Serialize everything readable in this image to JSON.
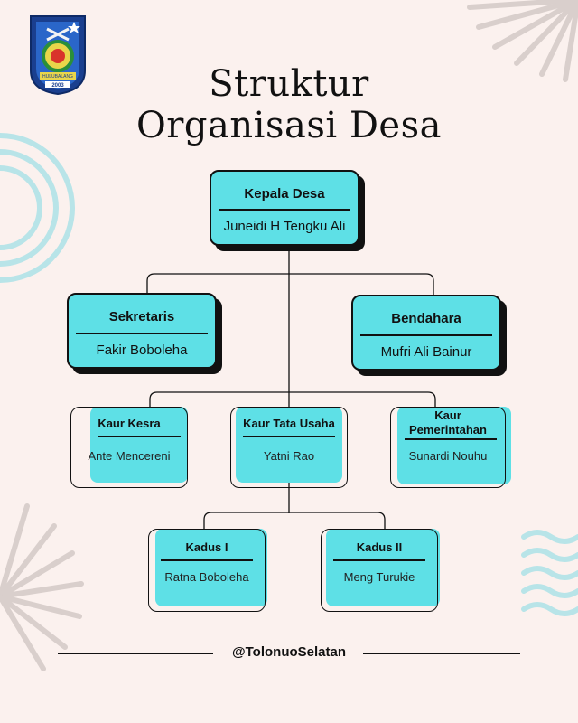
{
  "title": {
    "line1": "Struktur",
    "line2": "Organisasi Desa"
  },
  "logo": {
    "icon": "regency-emblem-icon",
    "text1": "HULUBALANG",
    "text2": "2003"
  },
  "nodes": {
    "kepala_desa": {
      "role": "Kepala Desa",
      "name": "Juneidi H Tengku Ali"
    },
    "sekretaris": {
      "role": "Sekretaris",
      "name": "Fakir Boboleha"
    },
    "bendahara": {
      "role": "Bendahara",
      "name": "Mufri Ali Bainur"
    },
    "kaur_kesra": {
      "role": "Kaur Kesra",
      "name": "Ante Mencereni"
    },
    "kaur_tata_usaha": {
      "role": "Kaur Tata Usaha",
      "name": "Yatni Rao"
    },
    "kaur_pemerintahan": {
      "role_line1": "Kaur",
      "role_line2": "Pemerintahan",
      "name": "Sunardi Nouhu"
    },
    "kadus_1": {
      "role": "Kadus I",
      "name": "Ratna Boboleha"
    },
    "kadus_2": {
      "role": "Kadus II",
      "name": "Meng Turukie"
    }
  },
  "footer": {
    "handle": "@TolonuoSelatan"
  },
  "colors": {
    "background": "#fbf1ee",
    "accent": "#5ee0e6",
    "ink": "#111111",
    "deco": "#b8e4e8"
  }
}
